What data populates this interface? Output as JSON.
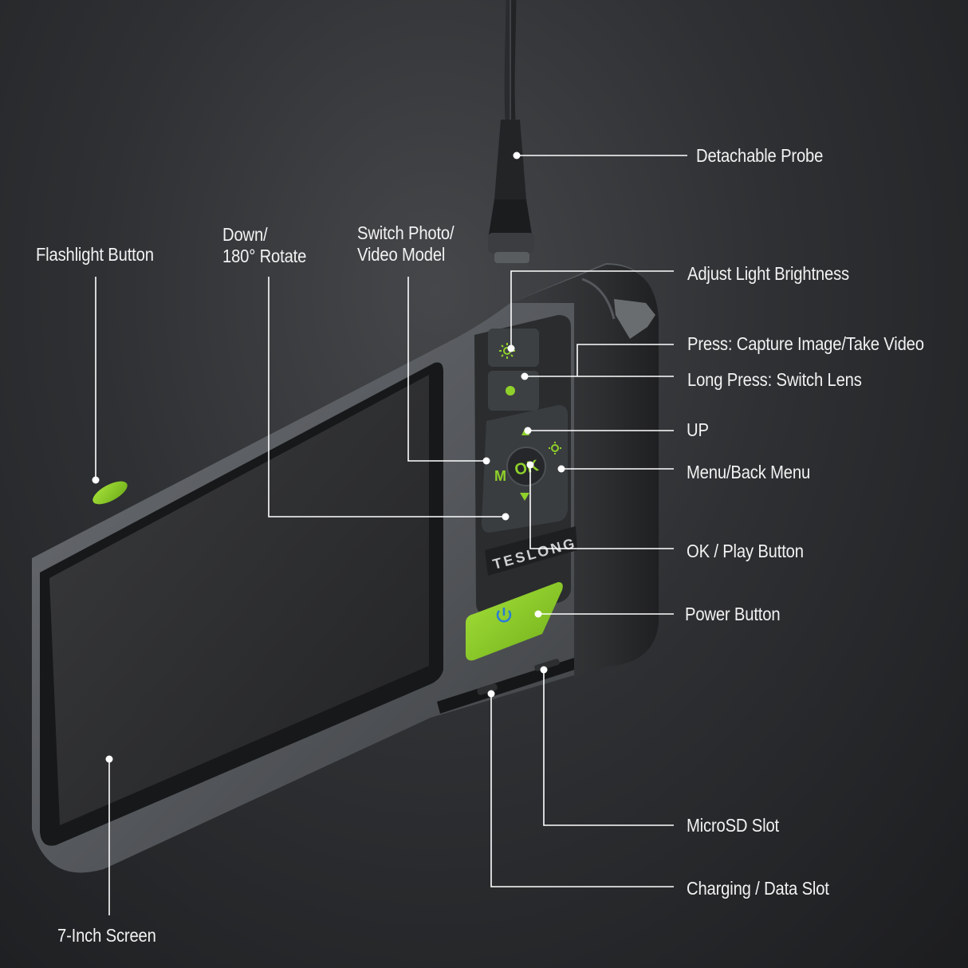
{
  "brand": "TESLONG",
  "accent_color": "#8fd12a",
  "icons": {
    "brightness": "sun-icon",
    "capture": "record-dot-icon",
    "up": "triangle-up-icon",
    "down": "triangle-down-icon",
    "menu": "gear-icon",
    "mode": "m-icon",
    "ok": "ok-icon",
    "power": "power-icon"
  },
  "labels": {
    "detachable_probe": "Detachable Probe",
    "flashlight_button": "Flashlight Button",
    "down_rotate_line1": "Down/",
    "down_rotate_line2": "180° Rotate",
    "switch_mode_line1": "Switch Photo/",
    "switch_mode_line2": "Video Model",
    "adjust_brightness": "Adjust Light Brightness",
    "press_capture": "Press: Capture Image/Take Video",
    "long_press": "Long Press: Switch Lens",
    "up": "UP",
    "menu": "Menu/Back Menu",
    "ok_play": "OK / Play Button",
    "power": "Power Button",
    "microsd": "MicroSD Slot",
    "charging": "Charging / Data Slot",
    "screen": "7-Inch Screen"
  },
  "keys": {
    "ok": "OK",
    "mode": "M"
  }
}
